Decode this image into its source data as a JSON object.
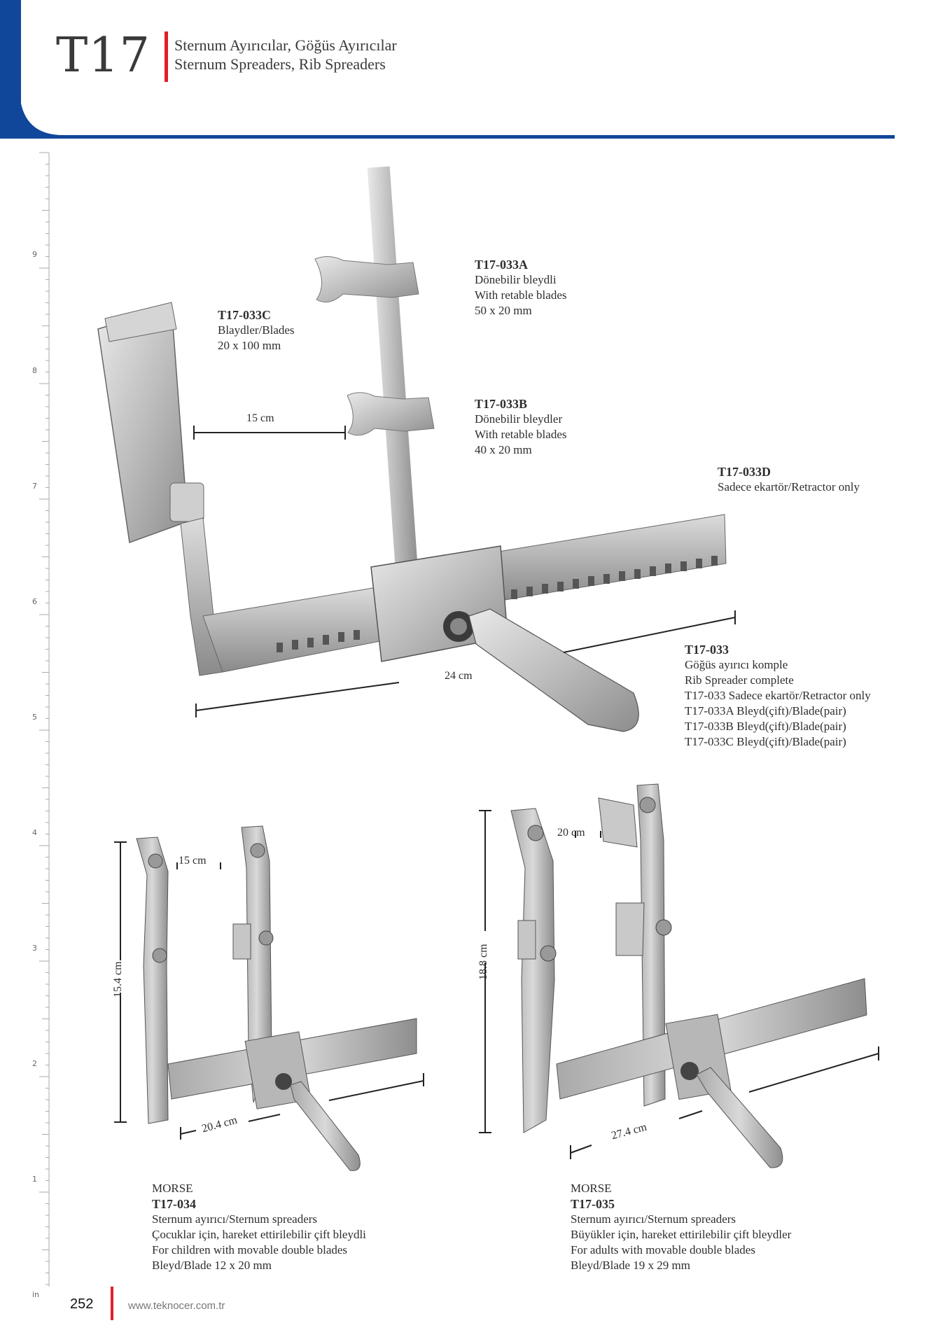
{
  "header": {
    "code": "T17",
    "title_tr": "Sternum Ayırıcılar, Göğüs Ayırıcılar",
    "title_en": "Sternum Spreaders, Rib Spreaders"
  },
  "ruler": {
    "unit": "in",
    "marks": [
      "9",
      "8",
      "7",
      "6",
      "5",
      "4",
      "3",
      "2",
      "1"
    ]
  },
  "products": {
    "t17_033a": {
      "code": "T17-033A",
      "line1": "Dönebilir bleydli",
      "line2": "With retable blades",
      "line3": "50 x 20 mm"
    },
    "t17_033c": {
      "code": "T17-033C",
      "line1": "Blaydler/Blades",
      "line2": "20 x 100 mm"
    },
    "t17_033b": {
      "code": "T17-033B",
      "line1": "Dönebilir bleydler",
      "line2": "With retable blades",
      "line3": "40 x 20 mm"
    },
    "t17_033d": {
      "code": "T17-033D",
      "line1": "Sadece ekartör/Retractor only"
    },
    "t17_033": {
      "code": "T17-033",
      "lines": [
        "Göğüs ayırıcı komple",
        "Rib Spreader complete",
        "T17-033 Sadece ekartör/Retractor only",
        "T17-033A  Bleyd(çift)/Blade(pair)",
        "T17-033B  Bleyd(çift)/Blade(pair)",
        "T17-033C  Bleyd(çift)/Blade(pair)"
      ]
    },
    "t17_034": {
      "brand": "MORSE",
      "code": "T17-034",
      "lines": [
        "Sternum ayırıcı/Sternum spreaders",
        "Çocuklar için, hareket ettirilebilir çift bleydli",
        "For children with movable double blades",
        "Bleyd/Blade 12 x 20 mm"
      ]
    },
    "t17_035": {
      "brand": "MORSE",
      "code": "T17-035",
      "lines": [
        "Sternum ayırıcı/Sternum spreaders",
        "Büyükler için, hareket ettirilebilir çift bleydler",
        "For adults with movable double blades",
        "Bleyd/Blade 19 x 29 mm"
      ]
    }
  },
  "dimensions": {
    "main_width": "15 cm",
    "main_length": "24 cm",
    "t034_width": "15 cm",
    "t034_height": "15.4 cm",
    "t034_length": "20.4 cm",
    "t035_width": "20 cm",
    "t035_height": "18.8 cm",
    "t035_length": "27.4 cm"
  },
  "footer": {
    "page": "252",
    "url": "www.teknocer.com.tr"
  },
  "colors": {
    "brand_blue": "#10479a",
    "accent_red": "#e21f26"
  }
}
